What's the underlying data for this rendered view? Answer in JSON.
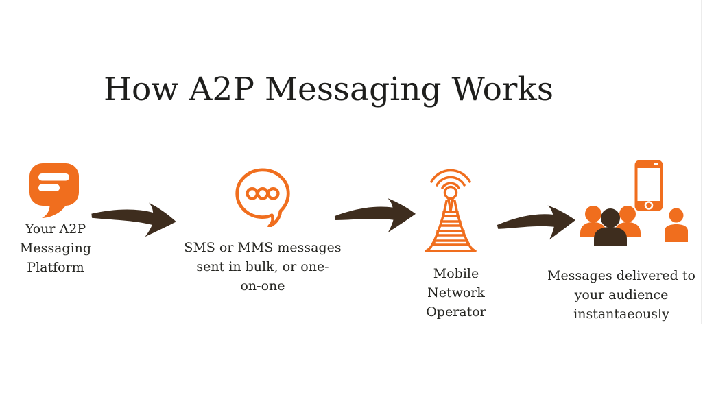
{
  "page": {
    "title": "How A2P Messaging Works"
  },
  "colors": {
    "orange": "#F06E1E",
    "dark_brown": "#3E2D1E",
    "heading_text": "#1E1E1C",
    "label_text": "#262622",
    "canvas_edge": "#D9D9D9"
  },
  "stages": [
    {
      "id": "platform",
      "icon": "chat-bubble-filled-icon",
      "lines": [
        "Your A2P",
        "Messaging",
        "Platform"
      ]
    },
    {
      "id": "messages",
      "icon": "speech-bubble-dots-icon",
      "lines": [
        "SMS or MMS messages",
        "sent in bulk, or one-",
        "on-one"
      ]
    },
    {
      "id": "operator",
      "icon": "cell-tower-icon",
      "lines": [
        "Mobile",
        "Network",
        "Operator"
      ]
    },
    {
      "id": "audience",
      "icon": "audience-group-icon, smartphone-icon, single-user-icon",
      "lines": [
        "Messages delivered to",
        "your audience",
        "instantaeously"
      ]
    }
  ],
  "connectors": [
    {
      "id": "arrow-1",
      "type": "hand-drawn-right-arrow"
    },
    {
      "id": "arrow-2",
      "type": "hand-drawn-right-arrow"
    },
    {
      "id": "arrow-3",
      "type": "hand-drawn-right-arrow"
    }
  ]
}
